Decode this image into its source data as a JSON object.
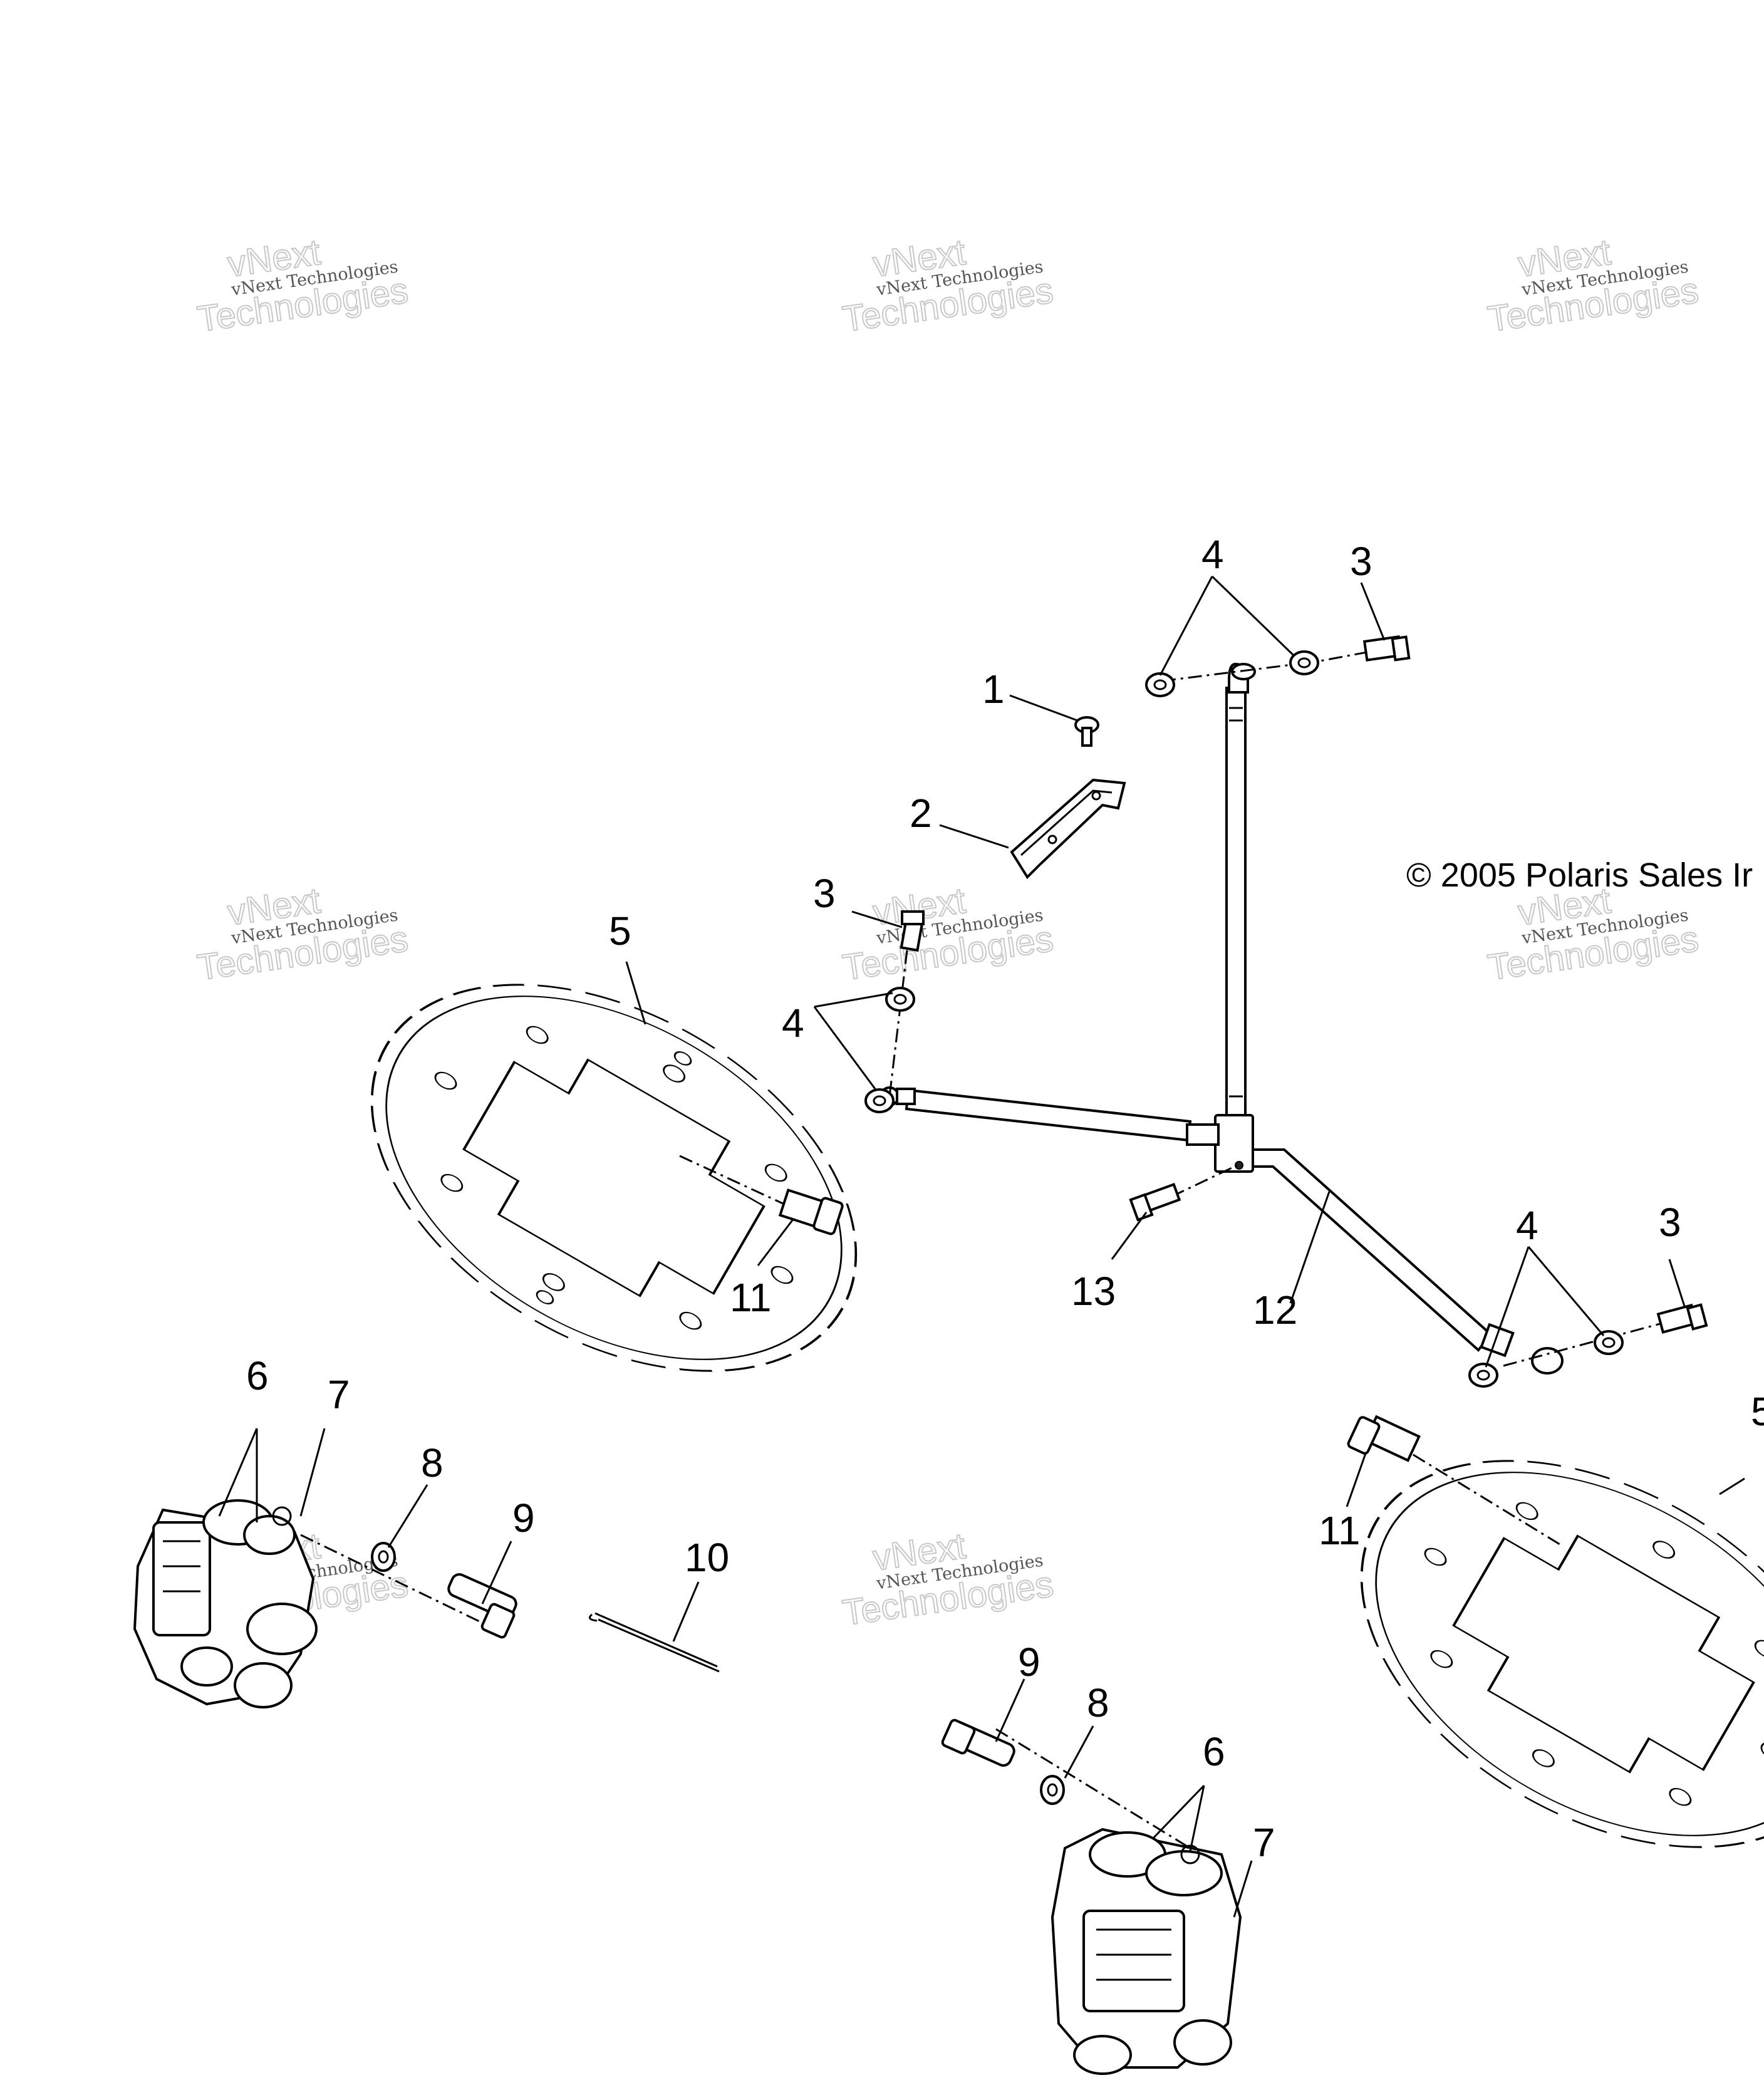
{
  "copyright": "© 2005 Polaris Sales Ir",
  "watermark": {
    "line1": "vNext",
    "line2": "vNext Technologies",
    "line3": "Technologies"
  },
  "callouts": {
    "c1": "1",
    "c2": "2",
    "c3_top": "3",
    "c3_mid": "3",
    "c3_right": "3",
    "c4_top": "4",
    "c4_mid": "4",
    "c4_right": "4",
    "c5_left": "5",
    "c5_right": "5",
    "c6_left": "6",
    "c6_bottom": "6",
    "c7_left": "7",
    "c7_bottom": "7",
    "c8_left": "8",
    "c8_bottom": "8",
    "c9_left": "9",
    "c9_bottom": "9",
    "c10": "10",
    "c11_left": "11",
    "c11_right": "11",
    "c12": "12",
    "c13": "13"
  }
}
